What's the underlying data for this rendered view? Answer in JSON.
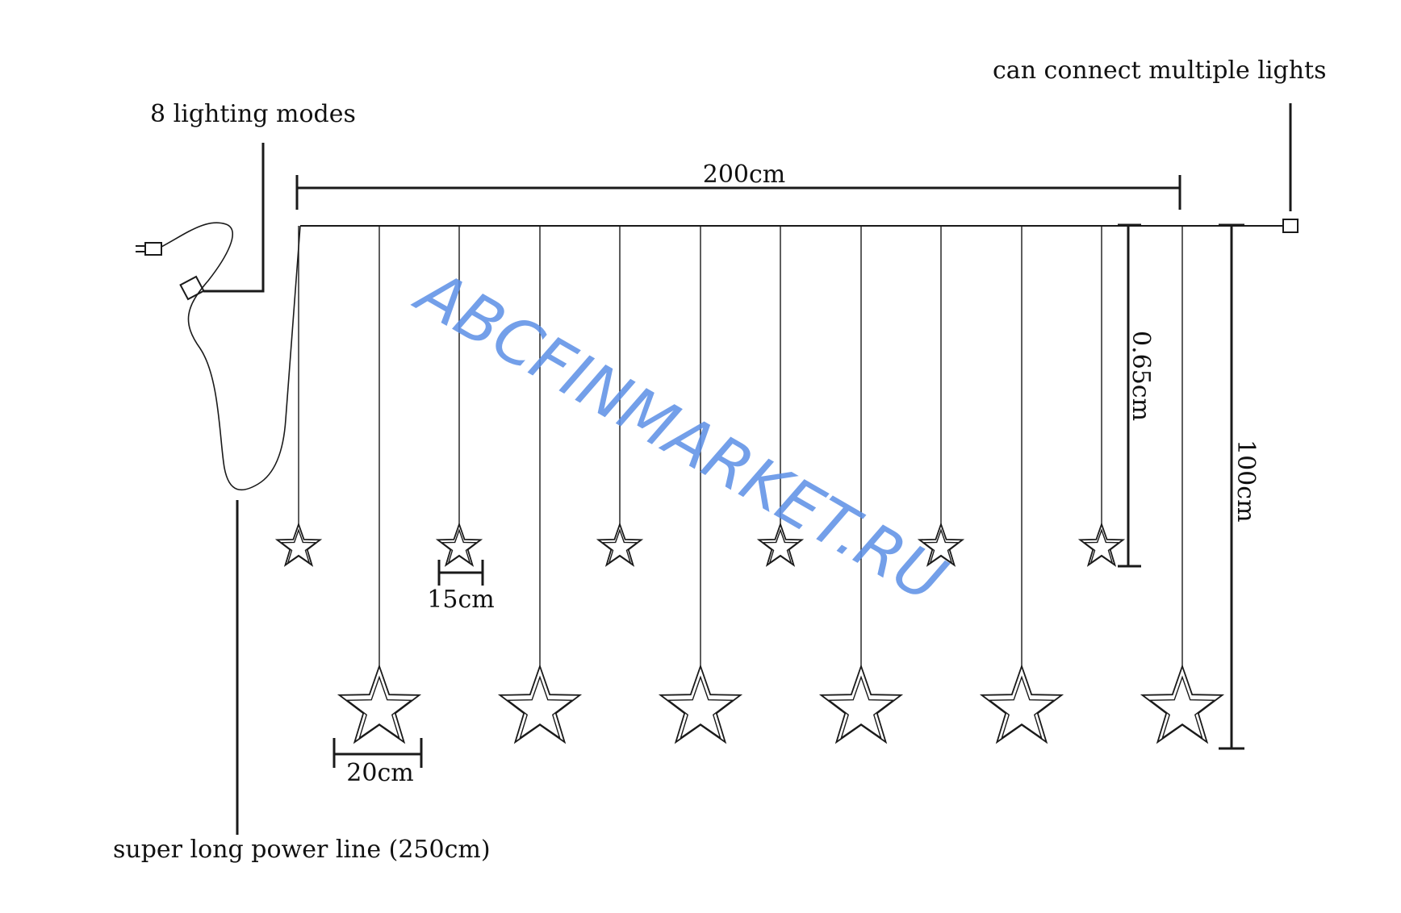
{
  "labels": {
    "lighting_modes": "8 lighting modes",
    "connect_multiple": "can connect multiple lights",
    "power_line": "super long power line (250cm)",
    "width_200": "200cm",
    "star_small_15": "15cm",
    "star_large_20": "20cm",
    "height_065": "0.65cm",
    "height_100": "100cm"
  },
  "watermark": "ABCFINMARKET.RU",
  "colors": {
    "ink": "#1a1a1a",
    "watermark": "#5b8fe6"
  },
  "icons": {
    "plug": "power-plug-icon",
    "controller": "controller-box-icon",
    "connector": "end-connector-icon",
    "star": "star-icon"
  }
}
